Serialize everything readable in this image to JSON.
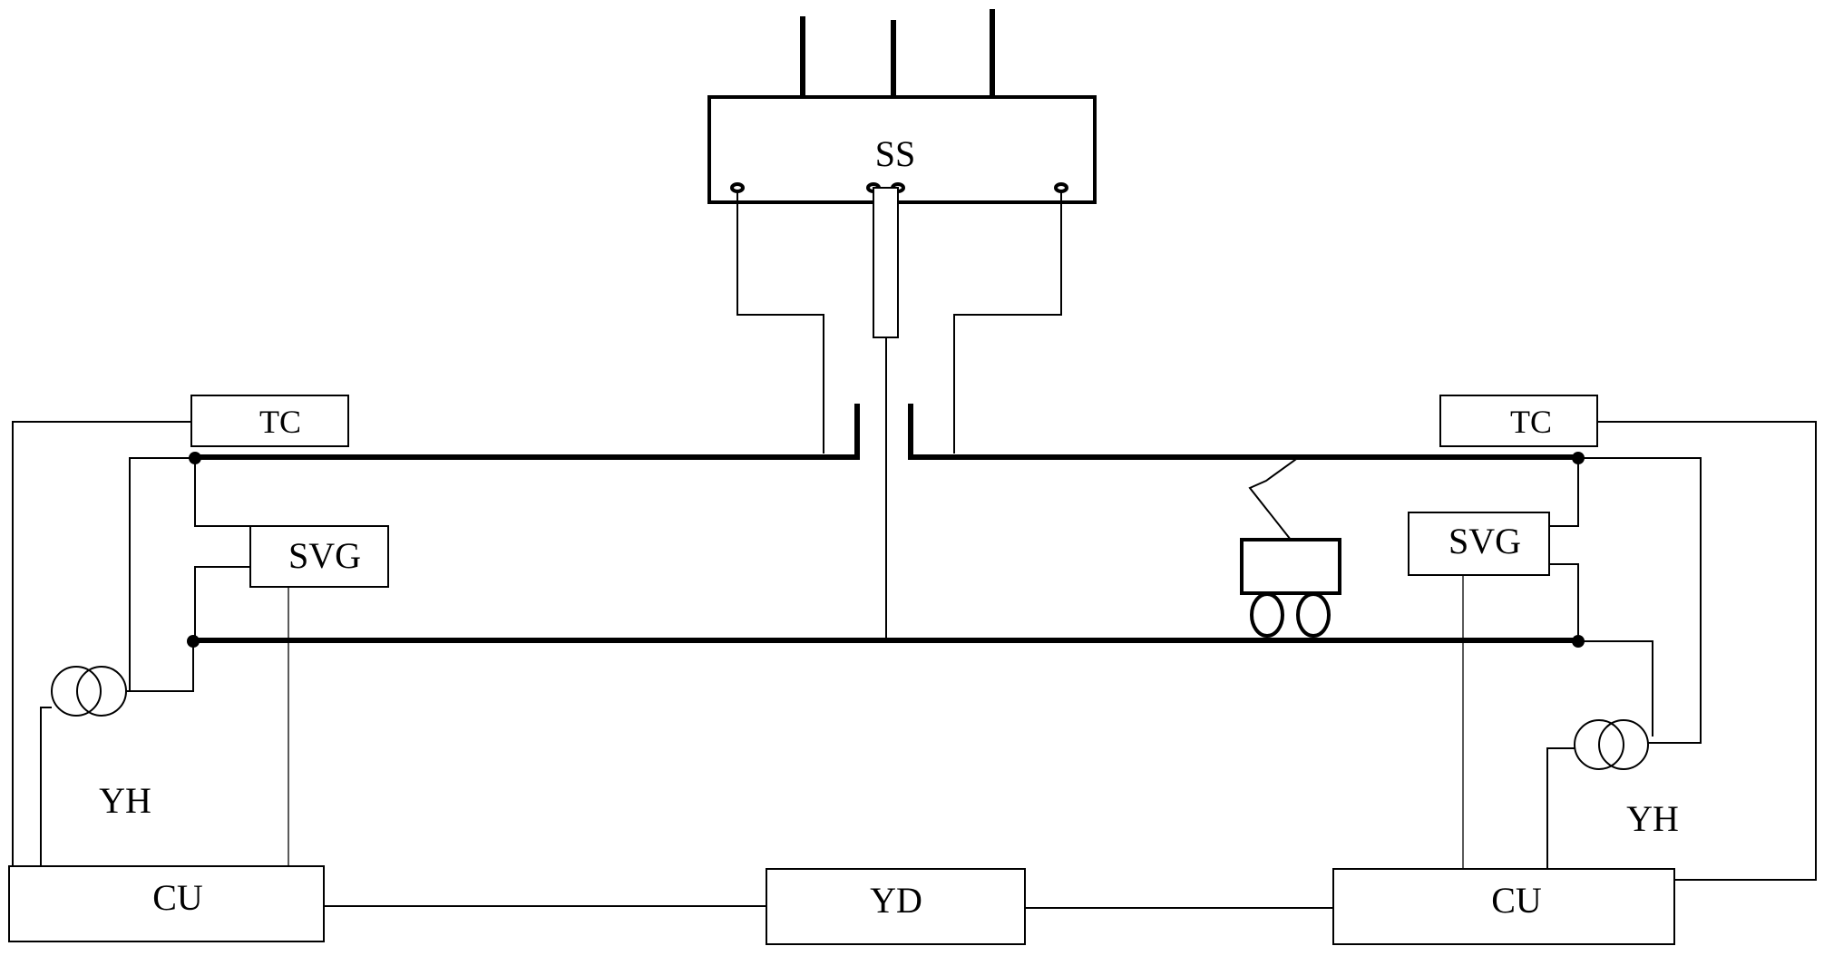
{
  "labels": {
    "substation": "SS",
    "tc_left": "TC",
    "tc_right": "TC",
    "svg_left": "SVG",
    "svg_right": "SVG",
    "yh_left": "YH",
    "yh_right": "YH",
    "cu_left": "CU",
    "cu_right": "CU",
    "yd": "YD"
  }
}
